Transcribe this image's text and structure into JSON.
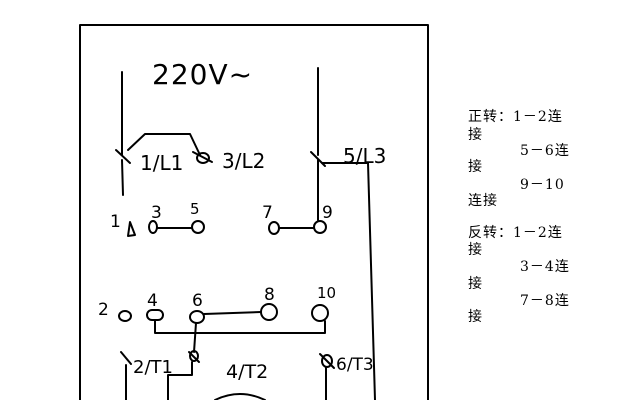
{
  "supply_label": "220V~",
  "terminals": {
    "t_1l1": "1/L1",
    "t_3l2": "3/L2",
    "t_5l3": "5/L3",
    "n1": "1",
    "n3": "3",
    "n5": "5",
    "n7": "7",
    "n9": "9",
    "n2": "2",
    "n4": "4",
    "n6": "6",
    "n8": "8",
    "n10": "10",
    "t_2t1": "2/T1",
    "t_4t2": "4/T2",
    "t_6t3": "6/T3"
  },
  "notes": [
    "正转：1－2连",
    "接",
    "5－6连",
    "接",
    "9－10",
    "连接",
    "反转：1－2连",
    "接",
    "3－4连",
    "接",
    "7－8连",
    "接"
  ]
}
